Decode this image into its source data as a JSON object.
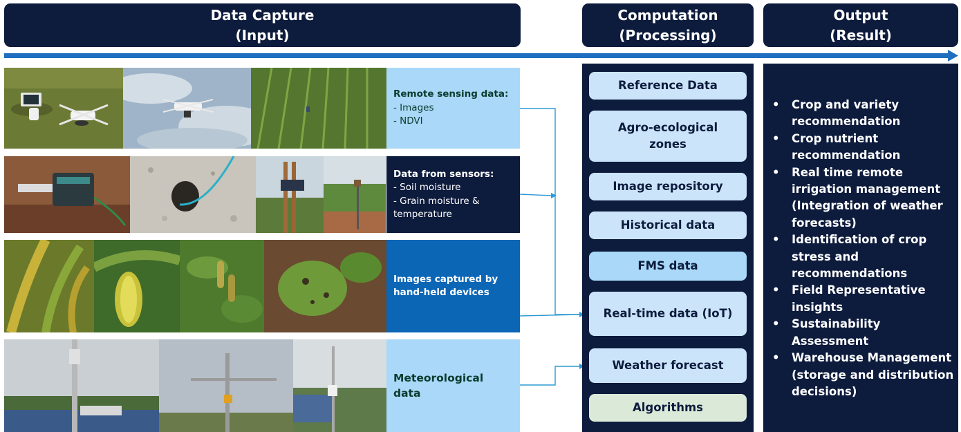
{
  "headers": {
    "capture": {
      "line1": "Data Capture",
      "line2": "(Input)"
    },
    "computation": {
      "line1": "Computation",
      "line2": "(Processing)"
    },
    "output": {
      "line1": "Output",
      "line2": "(Result)"
    }
  },
  "inputs": [
    {
      "title": "Remote sensing data:",
      "items": [
        "- Images",
        "- NDVI"
      ]
    },
    {
      "title": "Data from sensors:",
      "items": [
        "- Soil moisture",
        "- Grain moisture &",
        "temperature"
      ]
    },
    {
      "title": "Images captured by",
      "title2": "hand-held devices"
    },
    {
      "title": "Meteorological",
      "title2": "data"
    }
  ],
  "processing": [
    "Reference Data",
    "Agro-ecological zones",
    "Image repository",
    "Historical data",
    "FMS data",
    "Real-time data (IoT)",
    "Weather forecast",
    "Algorithms"
  ],
  "outputs": [
    "Crop and variety recommendation",
    "Crop nutrient recommendation",
    "Real time remote irrigation management (Integration of weather forecasts)",
    "Identification of crop stress and recommendations",
    "Field Representative insights",
    "Sustainability Assessment",
    "Warehouse Management (storage and distribution decisions)"
  ],
  "colors": {
    "navy": "#0d1b3d",
    "arrow_blue": "#1f6fc1",
    "light_blue": "#a9d8f8",
    "mid_blue": "#0c66b6",
    "pale_blue": "#cbe4fa",
    "pale_green": "#dbe9d8"
  },
  "icons": {
    "bullet": "•"
  }
}
